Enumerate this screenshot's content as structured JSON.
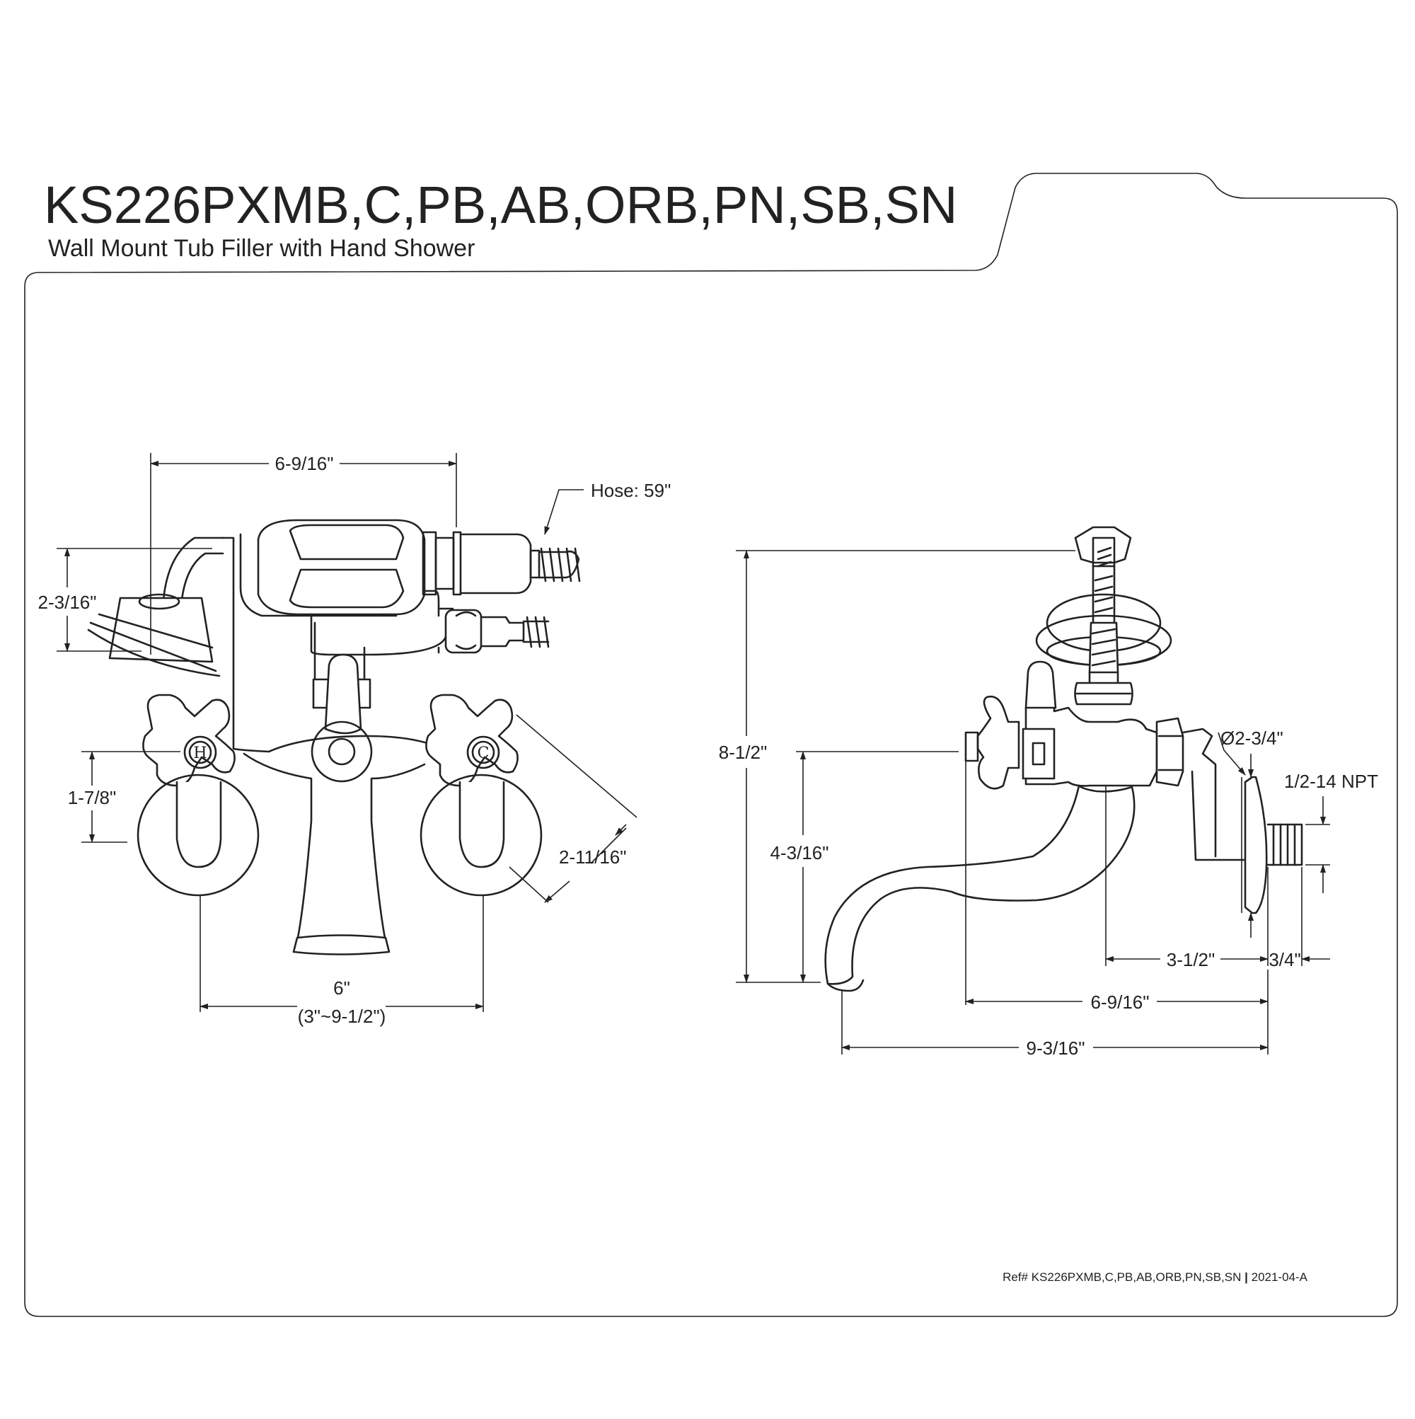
{
  "header": {
    "title": "KS226PXMB,C,PB,AB,ORB,PN,SB,SN",
    "subtitle": "Wall Mount Tub Filler with Hand Shower"
  },
  "front_view": {
    "width_top": "6-9/16\"",
    "hose": "Hose: 59\"",
    "shower_height": "2-3/16\"",
    "handle_height": "1-7/8\"",
    "handle_diag": "2-11/16\"",
    "center": "6\"",
    "center_range": "(3\"~9-1/2\")",
    "hot_label": "H",
    "cold_label": "C"
  },
  "side_view": {
    "total_height": "8-1/2\"",
    "spout_height": "4-3/16\"",
    "flange_dia": "Ø2-3/4\"",
    "npt": "1/2-14 NPT",
    "depth_a": "3-1/2\"",
    "depth_b": "3/4\"",
    "depth_c": "6-9/16\"",
    "reach": "9-3/16\""
  },
  "footer": {
    "ref": "Ref# KS226PXMB,C,PB,AB,ORB,PN,SB,SN",
    "date": "2021-04-A"
  }
}
